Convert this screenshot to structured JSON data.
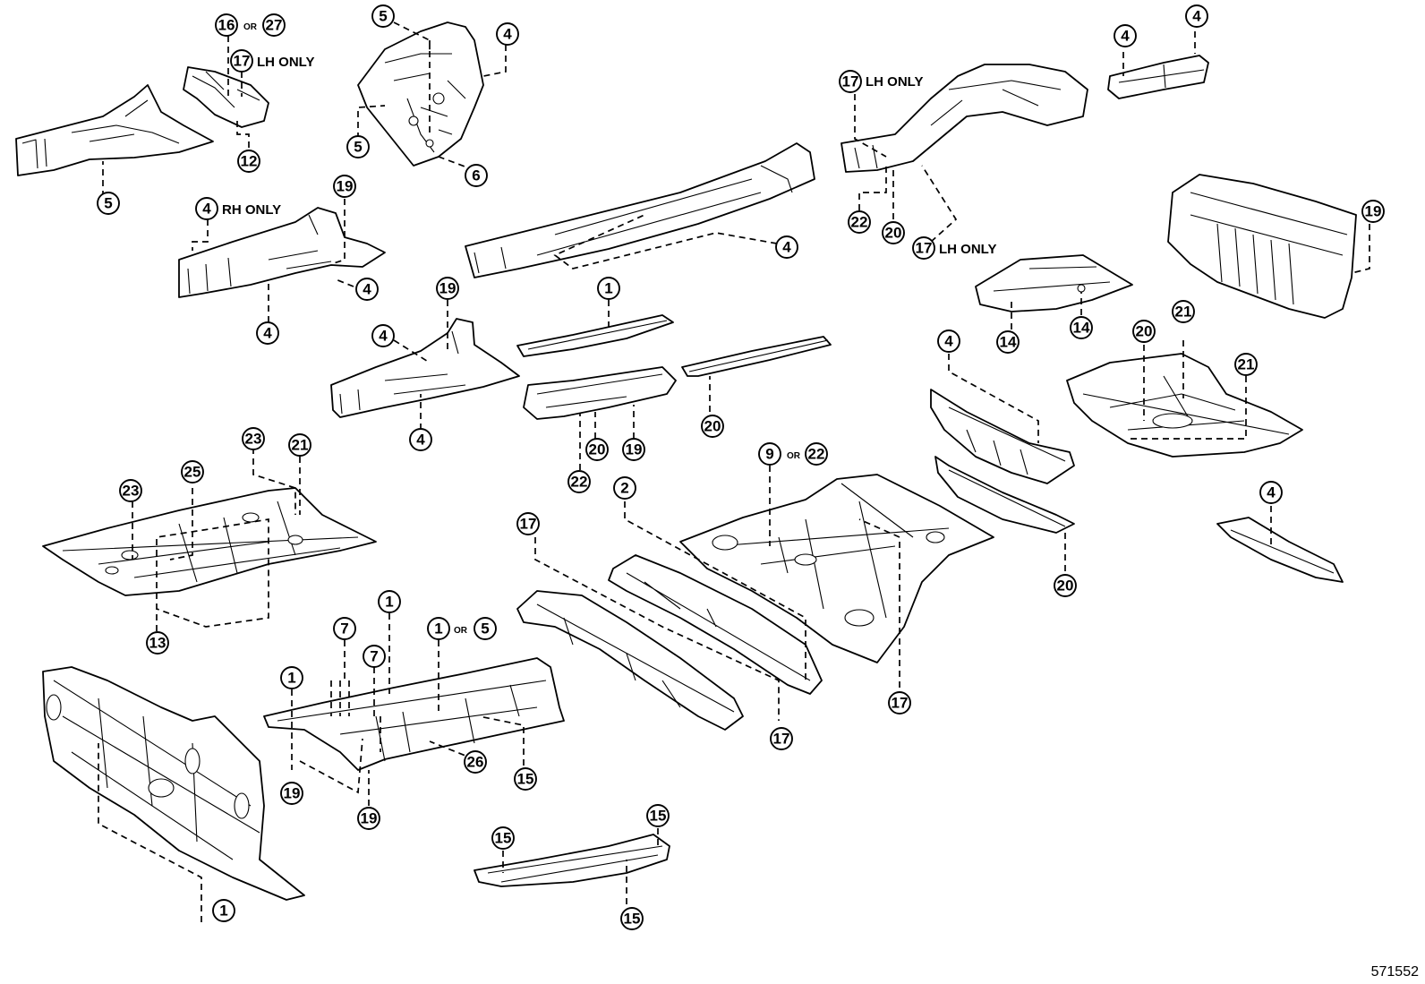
{
  "callouts": [
    "1",
    "2",
    "4",
    "5",
    "6",
    "7",
    "9",
    "12",
    "13",
    "14",
    "15",
    "16",
    "17",
    "19",
    "20",
    "21",
    "22",
    "23",
    "25",
    "26",
    "27"
  ],
  "or_label": "OR",
  "notes": {
    "lh_only": "LH ONLY",
    "rh_only": "RH ONLY"
  },
  "drawing_number": "571552"
}
